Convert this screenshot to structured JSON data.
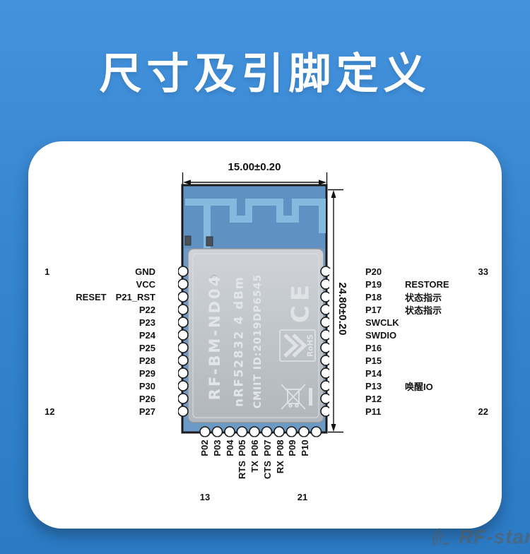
{
  "title": "尺寸及引脚定义",
  "dimensions": {
    "width": "15.00±0.20",
    "height": "24.80±0.20"
  },
  "shield": {
    "model": "RF-BM-ND04",
    "chip": "nRF52832   4 dBm",
    "cmiit": "CMIIT ID:2019DP6545",
    "ce_mark": "CE",
    "rohs": "RoHS"
  },
  "pins": {
    "left": [
      {
        "num": "1",
        "ann": "",
        "name": "GND"
      },
      {
        "num": "",
        "ann": "",
        "name": "VCC"
      },
      {
        "num": "",
        "ann": "RESET",
        "name": "P21_RST"
      },
      {
        "num": "",
        "ann": "",
        "name": "P22"
      },
      {
        "num": "",
        "ann": "",
        "name": "P23"
      },
      {
        "num": "",
        "ann": "",
        "name": "P24"
      },
      {
        "num": "",
        "ann": "",
        "name": "P25"
      },
      {
        "num": "",
        "ann": "",
        "name": "P28"
      },
      {
        "num": "",
        "ann": "",
        "name": "P29"
      },
      {
        "num": "",
        "ann": "",
        "name": "P30"
      },
      {
        "num": "",
        "ann": "",
        "name": "P26"
      },
      {
        "num": "12",
        "ann": "",
        "name": "P27"
      }
    ],
    "right": [
      {
        "num": "33",
        "name": "P20",
        "ann": ""
      },
      {
        "num": "",
        "name": "P19",
        "ann": "RESTORE"
      },
      {
        "num": "",
        "name": "P18",
        "ann": "状态指示"
      },
      {
        "num": "",
        "name": "P17",
        "ann": "状态指示"
      },
      {
        "num": "",
        "name": "SWCLK",
        "ann": ""
      },
      {
        "num": "",
        "name": "SWDIO",
        "ann": ""
      },
      {
        "num": "",
        "name": "P16",
        "ann": ""
      },
      {
        "num": "",
        "name": "P15",
        "ann": ""
      },
      {
        "num": "",
        "name": "P14",
        "ann": ""
      },
      {
        "num": "",
        "name": "P13",
        "ann": "唤醒IO"
      },
      {
        "num": "",
        "name": "P12",
        "ann": ""
      },
      {
        "num": "22",
        "name": "P11",
        "ann": ""
      }
    ],
    "bottom": [
      "P02",
      "P03",
      "P04",
      "P05",
      "P06",
      "P07",
      "P08",
      "P09",
      "P10"
    ],
    "uart": [
      "RTS",
      "TX",
      "CTS",
      "RX"
    ],
    "bottom_first_num": "13",
    "bottom_last_num": "21"
  },
  "watermark": {
    "text": "RF-star"
  },
  "colors": {
    "background_top": "#4492dc",
    "background_bottom": "#2b7ac4",
    "card": "#ffffff",
    "title_text": "#ffffff",
    "pcb": "#6b9ac6",
    "antenna_trace": "#84badd",
    "shield_metal": "#c3c8cd"
  }
}
